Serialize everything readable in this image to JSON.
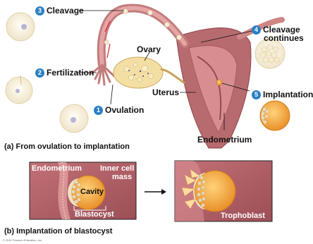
{
  "part_a": {
    "steps": [
      {
        "number": "1",
        "label": "Ovulation"
      },
      {
        "number": "2",
        "label": "Fertilization"
      },
      {
        "number": "3",
        "label": "Cleavage"
      },
      {
        "number": "4",
        "label_line1": "Cleavage",
        "label_line2": "continues"
      },
      {
        "number": "5",
        "label": "Implantation"
      }
    ],
    "labels": {
      "ovary": "Ovary",
      "uterus": "Uterus",
      "endometrium": "Endometrium"
    },
    "caption": "(a) From ovulation to implantation"
  },
  "part_b": {
    "labels": {
      "endometrium": "Endometrium",
      "inner_cell_mass_line1": "Inner cell",
      "inner_cell_mass_line2": "mass",
      "cavity": "Cavity",
      "blastocyst": "Blastocyst",
      "trophoblast": "Trophoblast"
    },
    "caption": "(b) Implantation of blastocyst"
  },
  "copyright": "© 2011 Pearson Education, Inc.",
  "colors": {
    "badge": "#2a7fc4",
    "tissue": "#b05e63",
    "tube": "#d98a8a",
    "embryo": "#f2a33a",
    "ovary": "#f4e1a8",
    "background_cell": "#f8f1dc"
  }
}
